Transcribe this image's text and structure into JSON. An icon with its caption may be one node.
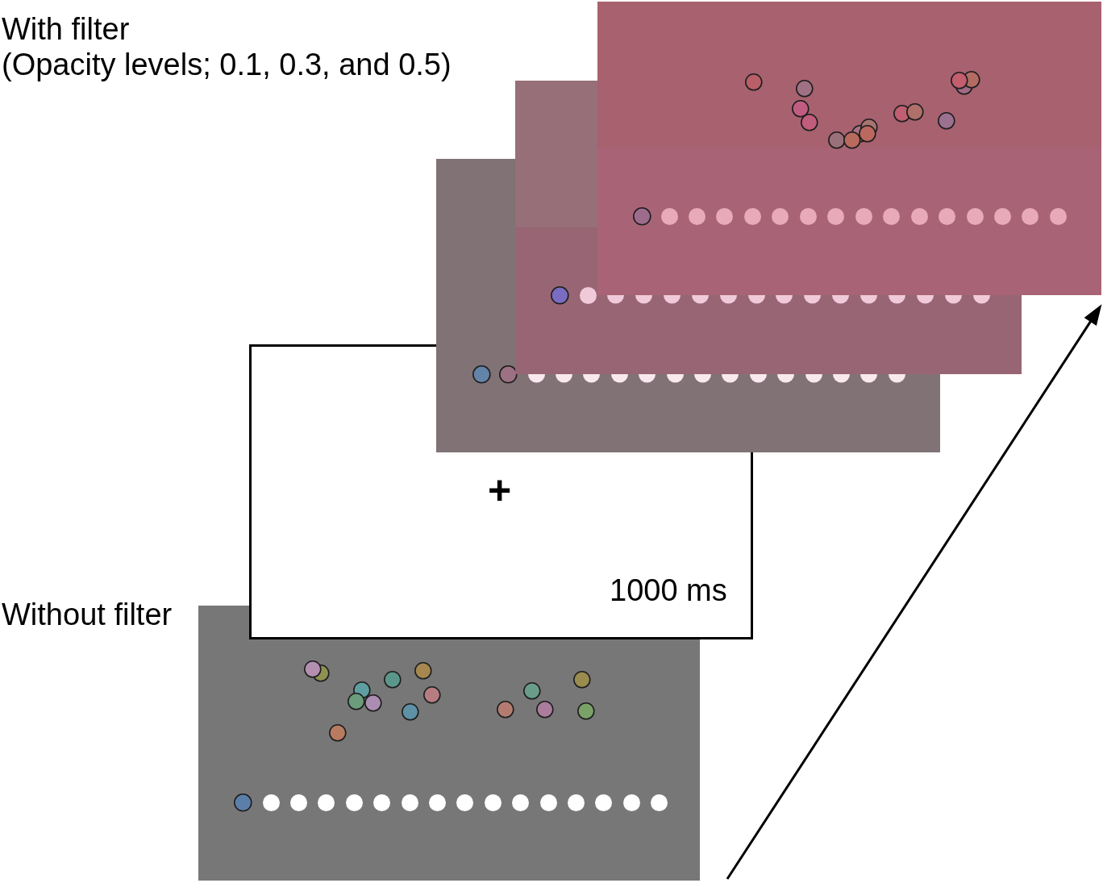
{
  "diagram": {
    "nodes": [
      {
        "text": [],
        "shape": "box"
      },
      {
        "text": [],
        "shape": "box"
      },
      {
        "text": [],
        "shape": "box"
      },
      {
        "text": [
          "+",
          "1000 ms"
        ]
      },
      {
        "text": [],
        "shape": "box",
        "beside": [
          "Without filter"
        ]
      }
    ],
    "labels": [
      "With filter",
      "(Opacity levels; 0.1, 0.3, and 0.5)"
    ]
  }
}
